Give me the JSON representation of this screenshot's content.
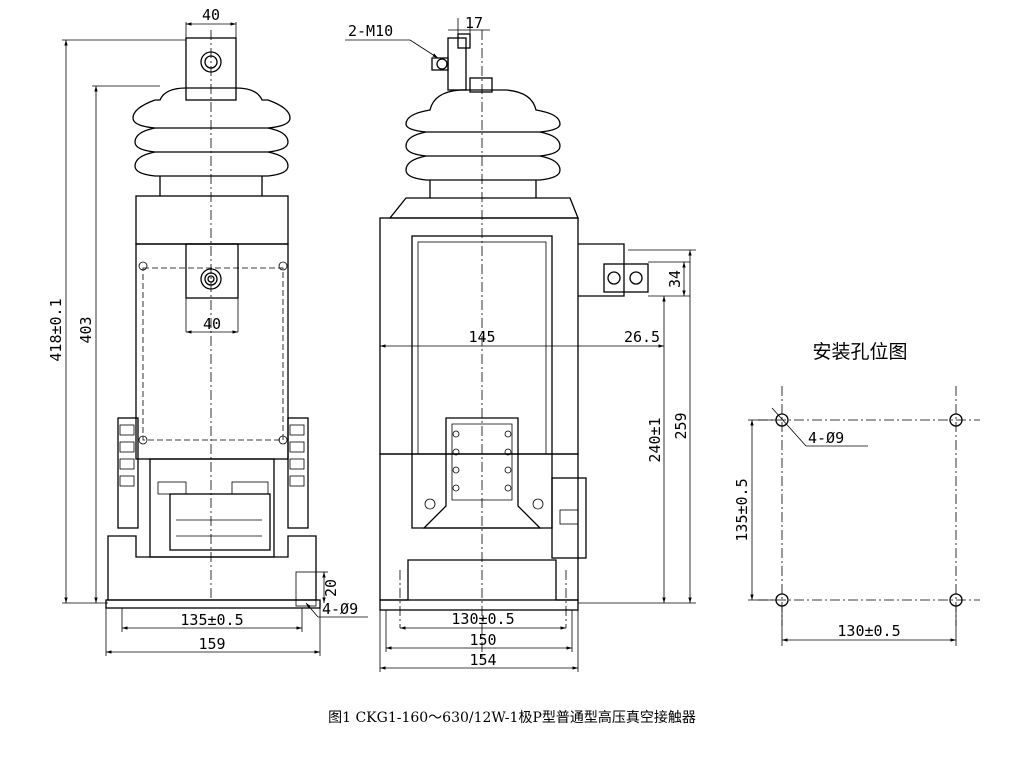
{
  "front_view": {
    "top_width": "40",
    "mid_width": "40",
    "total_height": "418±0.1",
    "inner_height": "403",
    "foot_height": "20",
    "hole_callout": "4-Ø9",
    "base_hole_span": "135±0.5",
    "base_width": "159"
  },
  "side_view": {
    "bolt_callout": "2-M10",
    "top_plate_width": "17",
    "terminal_height": "34",
    "terminal_offset": "26.5",
    "body_width": "145",
    "height_total": "259",
    "height_mid": "240±1",
    "hole_span": "130±0.5",
    "base_inner": "150",
    "base_outer": "154"
  },
  "mounting_view": {
    "title": "安装孔位图",
    "hole_callout": "4-Ø9",
    "vertical_span": "135±0.5",
    "horizontal_span": "130±0.5"
  },
  "caption": "图1 CKG1-160～630/12W-1极P型普通型高压真空接触器"
}
